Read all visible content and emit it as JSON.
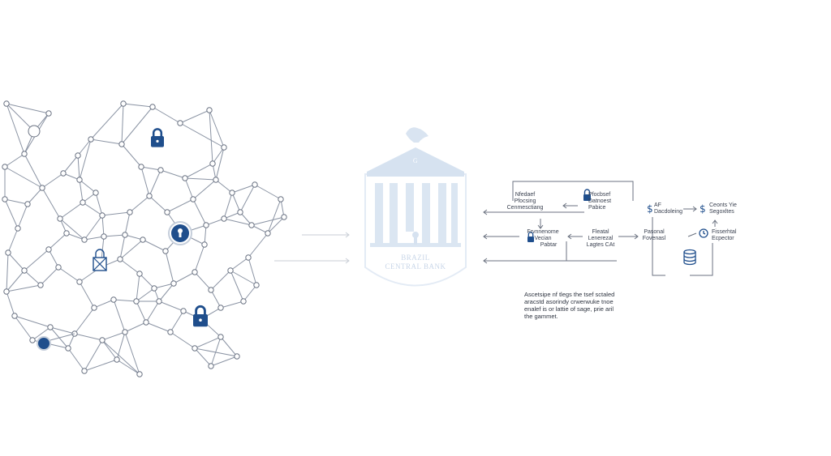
{
  "bank": {
    "name_line1": "BRAZIL",
    "name_line2": "CENTRAL BANK",
    "pediment_letter": "G"
  },
  "flow": {
    "box_a": [
      "Nfedaef",
      "Pfocsing",
      "Cenmesctiang"
    ],
    "box_b": [
      "Pfocbsef",
      "Datnoest",
      "Pabice"
    ],
    "box_c": [
      "Frvnnenome",
      "Vecian",
      "Pabtar"
    ],
    "box_d": [
      "Fleatal",
      "Lenerezal",
      "Lagtes CAt"
    ],
    "box_e": [
      "Pasonal",
      "Fovenasl"
    ],
    "box_f": [
      "AF",
      "Dacdoleing"
    ],
    "box_g": [
      "Ceonts Yie",
      "Segoxltes"
    ],
    "box_h": [
      "Fisserhtal",
      "Ecpector"
    ]
  },
  "note": {
    "lines": [
      "Ascetsipe nf tlegs the tsef sctaled",
      "aracstd asorindy crwerwuke tnoe",
      "enalef is or lattie of sage, prie aril",
      "the gammet."
    ]
  },
  "colors": {
    "network_line": "#8a93a3",
    "node_fill": "#ffffff",
    "accent": "#1f4e8c",
    "bank": "#d6e2f0",
    "flow_line": "#6b7280"
  }
}
